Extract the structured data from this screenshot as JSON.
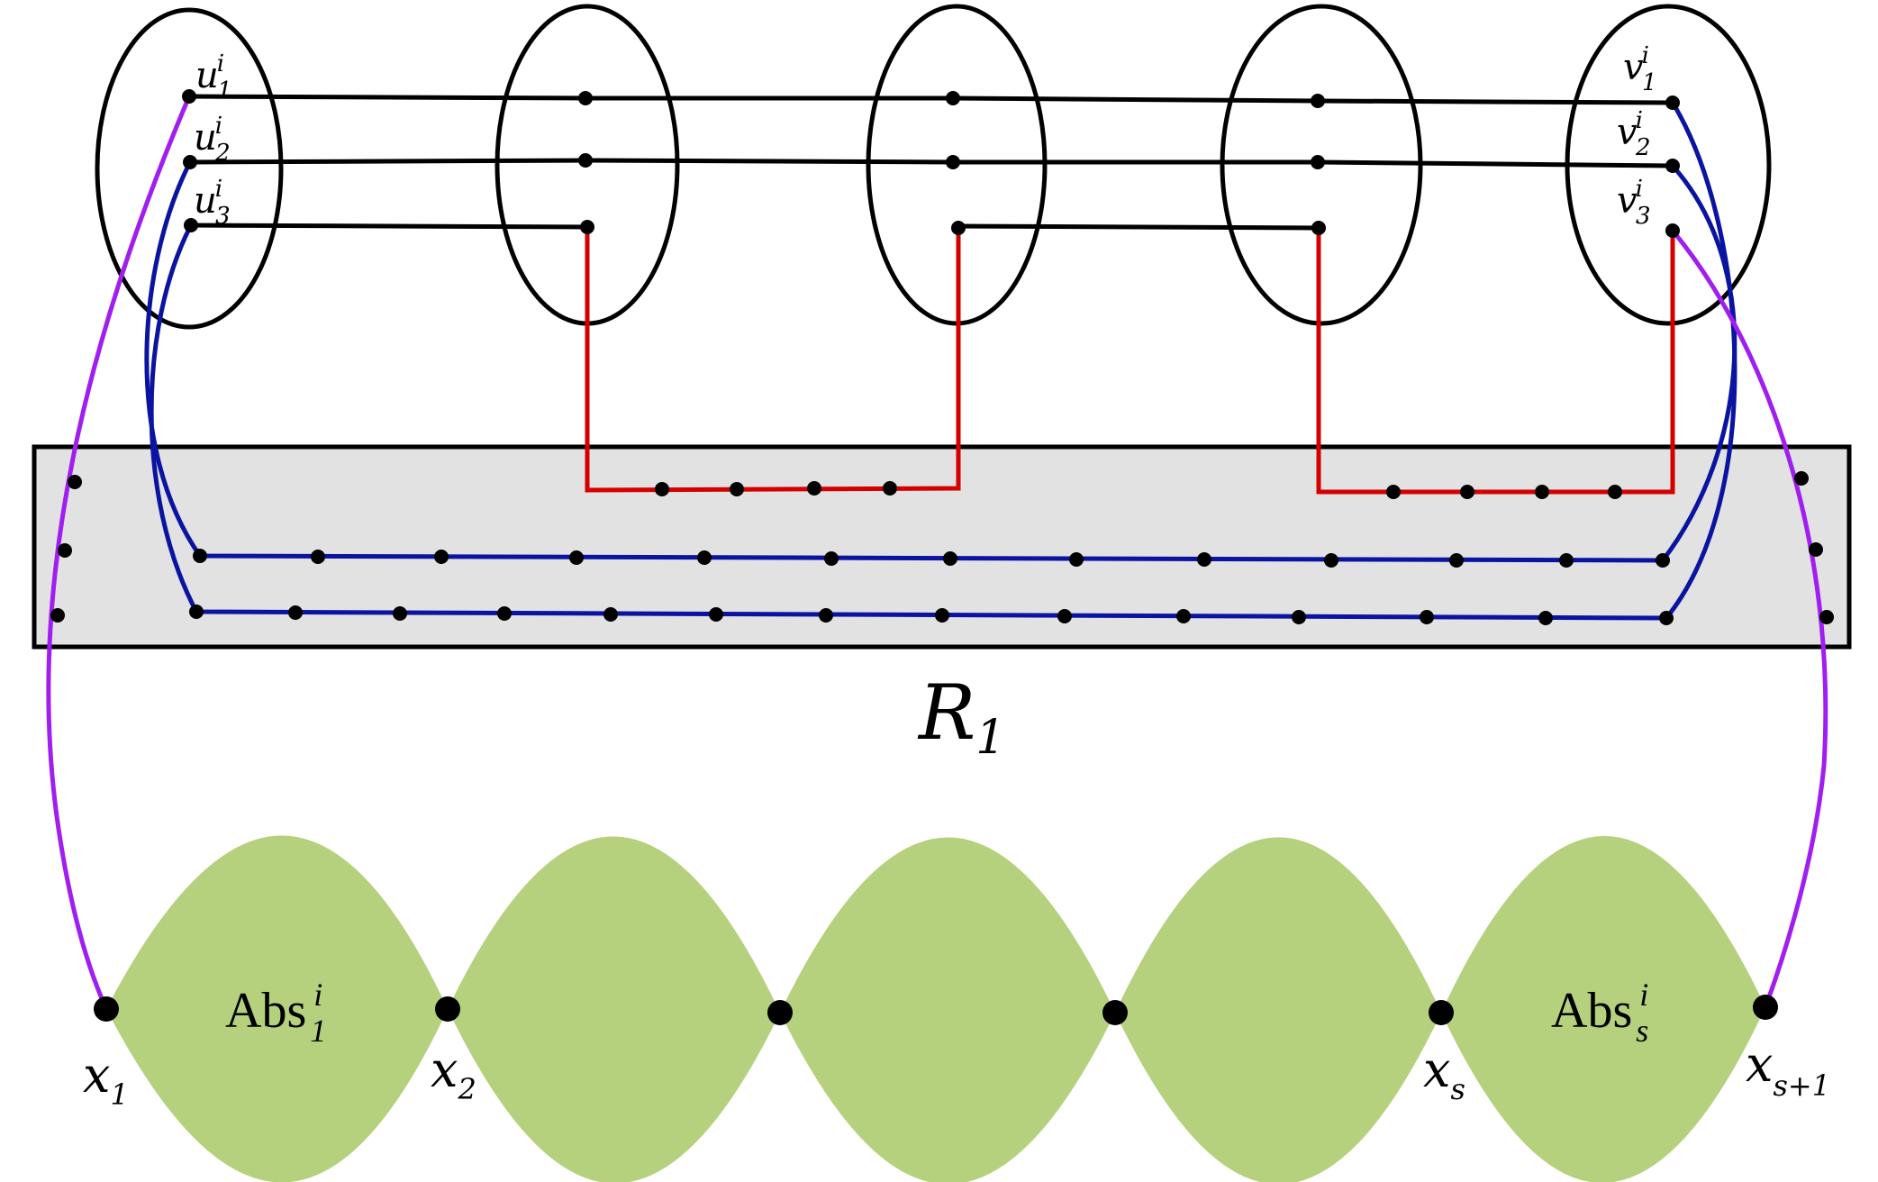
{
  "colors": {
    "black": "#000000",
    "red": "#d40000",
    "blue": "#0a14a0",
    "purple": "#a01ef0",
    "green": "#b5d17e",
    "box_fill": "#e2e2e2"
  },
  "labels": {
    "u1": {
      "base": "u",
      "sub": "1",
      "sup": "i"
    },
    "u2": {
      "base": "u",
      "sub": "2",
      "sup": "i"
    },
    "u3": {
      "base": "u",
      "sub": "3",
      "sup": "i"
    },
    "v1": {
      "base": "v",
      "sub": "1",
      "sup": "i"
    },
    "v2": {
      "base": "v",
      "sub": "2",
      "sup": "i"
    },
    "v3": {
      "base": "v",
      "sub": "3",
      "sup": "i"
    },
    "R": {
      "base": "R",
      "sub": "1"
    },
    "x1": {
      "base": "x",
      "sub": "1"
    },
    "x2": {
      "base": "x",
      "sub": "2"
    },
    "xs": {
      "base": "x",
      "sub": "s"
    },
    "xs1": {
      "base": "x",
      "sub": "s+1"
    },
    "abs1": {
      "base": "Abs",
      "sub": "1",
      "sup": "i"
    },
    "abss": {
      "base": "Abs",
      "sub": "s",
      "sup": "i"
    }
  }
}
